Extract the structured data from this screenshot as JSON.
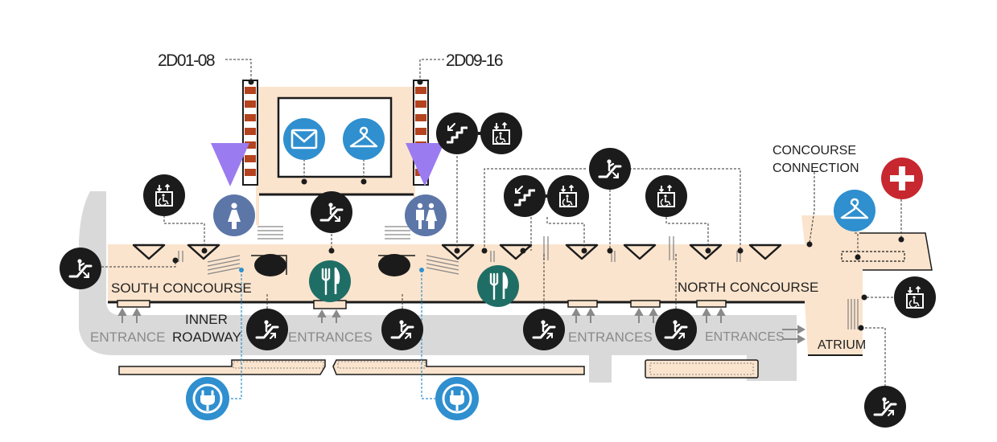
{
  "colors": {
    "floor": "#fbe4cd",
    "roadway": "#d9d9d9",
    "icon_dark": "#1b1b1b",
    "icon_blue": "#2f8fcf",
    "restroom": "#5d76a8",
    "dining": "#1f6e66",
    "first_aid": "#c7282f",
    "gate_marker": "#9b7bf0",
    "stair_stripe": "#b4431f"
  },
  "labels": {
    "gates_south": "2D01-08",
    "gates_north": "2D09-16",
    "concourse_connection_line1": "CONCOURSE",
    "concourse_connection_line2": "CONNECTION",
    "south_concourse": "SOUTH CONCOURSE",
    "north_concourse": "NORTH CONCOURSE",
    "inner_roadway_line1": "INNER",
    "inner_roadway_line2": "ROADWAY",
    "atrium": "ATRIUM",
    "entrance": "ENTRANCE",
    "entrances_1": "ENTRANCES",
    "entrances_2": "ENTRANCES",
    "entrances_3": "ENTRANCES"
  },
  "icons": [
    {
      "name": "escalator-icon",
      "label": "escalator"
    },
    {
      "name": "elevator-icon",
      "label": "elevator"
    },
    {
      "name": "stairs-icon",
      "label": "stairs"
    },
    {
      "name": "mail-icon",
      "label": "mail"
    },
    {
      "name": "coat-check-icon",
      "label": "coat check"
    },
    {
      "name": "womens-restroom-icon",
      "label": "women's restroom"
    },
    {
      "name": "restroom-icon",
      "label": "restrooms"
    },
    {
      "name": "dining-icon",
      "label": "dining"
    },
    {
      "name": "charging-icon",
      "label": "charging station"
    },
    {
      "name": "first-aid-icon",
      "label": "first aid"
    }
  ]
}
